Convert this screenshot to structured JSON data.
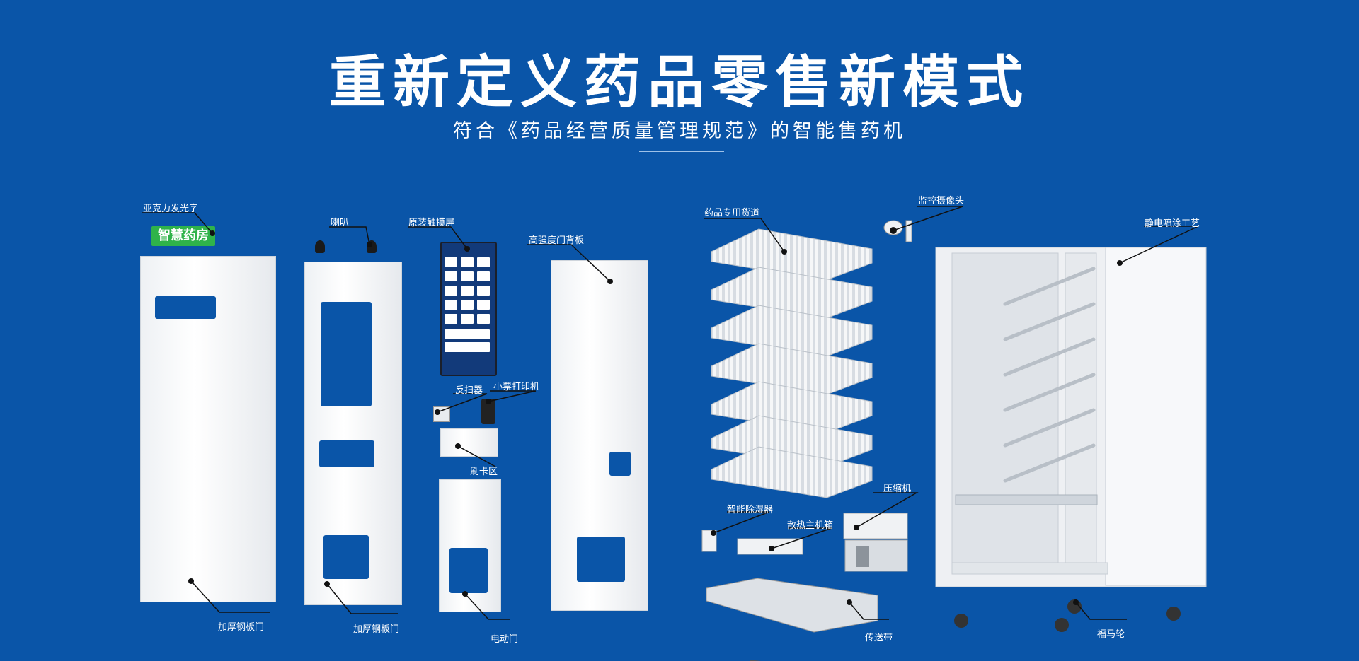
{
  "header": {
    "title": "重新定义药品零售新模式",
    "subtitle": "符合《药品经营质量管理规范》的智能售药机"
  },
  "sign_text": "智慧药房",
  "labels": {
    "acrylic_sign": "亚克力发光字",
    "speaker": "喇叭",
    "touchscreen": "原装触摸屏",
    "back_panel": "高强度门背板",
    "medicine_channel": "药品专用货道",
    "camera": "监控摄像头",
    "electrostatic_coating": "静电喷涂工艺",
    "scanner": "反扫器",
    "receipt_printer": "小票打印机",
    "card_area": "刷卡区",
    "electric_door": "电动门",
    "steel_door_1": "加厚钢板门",
    "steel_door_2": "加厚钢板门",
    "dehumidifier": "智能除湿器",
    "heat_host_box": "散热主机箱",
    "compressor": "压缩机",
    "conveyor": "传送带",
    "casters": "福马轮"
  },
  "colors": {
    "background": "#0a55a8",
    "sign_green": "#2fb34a",
    "text": "#ffffff"
  }
}
